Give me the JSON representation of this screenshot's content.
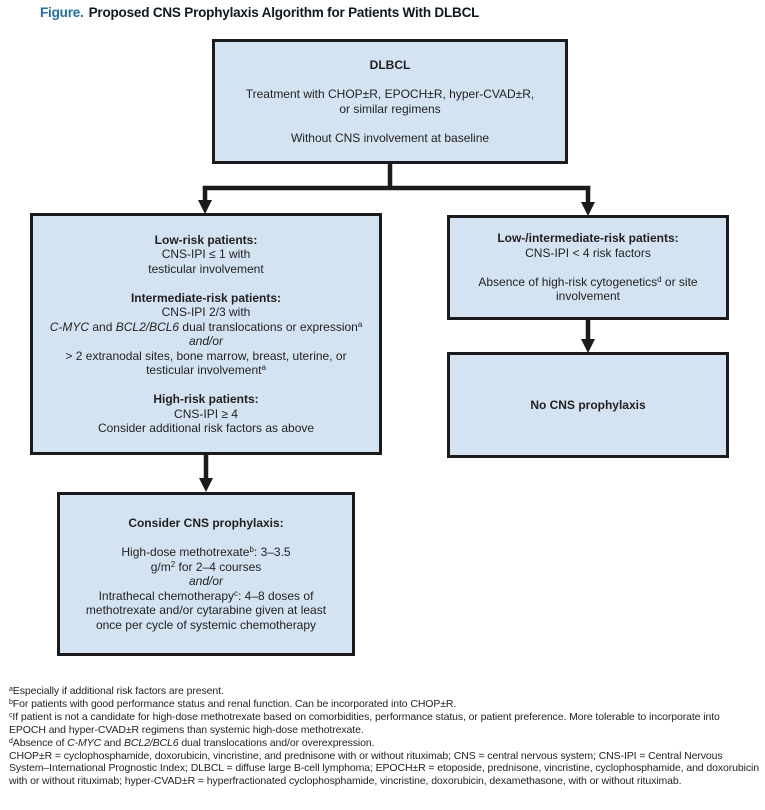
{
  "title": {
    "label": "Figure.",
    "text": "Proposed CNS Prophylaxis Algorithm for Patients With DLBCL"
  },
  "colors": {
    "box_fill": "#d3e3f1",
    "box_border": "#1b1b1b",
    "arrow": "#1b1b1b",
    "figure_label_blue": "#1c6ea4"
  },
  "boxes": {
    "dlbcl": {
      "lines": [
        [
          {
            "t": "DLBCL",
            "s": "b"
          }
        ],
        [],
        [
          {
            "t": "Treatment with CHOP±R, EPOCH±R, hyper-CVAD±R,"
          }
        ],
        [
          {
            "t": "or similar regimens"
          }
        ],
        [],
        [
          {
            "t": "Without CNS involvement at baseline"
          }
        ]
      ]
    },
    "left_risk": {
      "lines": [
        [
          {
            "t": "Low-risk patients:",
            "s": "b"
          }
        ],
        [
          {
            "t": "CNS-IPI ≤ 1 with"
          }
        ],
        [
          {
            "t": "testicular involvement"
          }
        ],
        [],
        [
          {
            "t": "Intermediate-risk patients:",
            "s": "b"
          }
        ],
        [
          {
            "t": "CNS-IPI 2/3 with"
          }
        ],
        [
          {
            "t": "C-MYC",
            "s": "i"
          },
          {
            "t": " and "
          },
          {
            "t": "BCL2/BCL6",
            "s": "i"
          },
          {
            "t": " dual translocations or expression"
          },
          {
            "t": "a",
            "s": "sup"
          }
        ],
        [
          {
            "t": "and/or",
            "s": "i"
          }
        ],
        [
          {
            "t": "> 2 extranodal sites, bone marrow, breast, uterine, or"
          }
        ],
        [
          {
            "t": "testicular involvement"
          },
          {
            "t": "a",
            "s": "sup"
          }
        ],
        [],
        [
          {
            "t": "High-risk patients:",
            "s": "b"
          }
        ],
        [
          {
            "t": "CNS-IPI ≥ 4"
          }
        ],
        [
          {
            "t": "Consider additional risk factors as above"
          }
        ]
      ]
    },
    "right_risk": {
      "lines": [
        [
          {
            "t": "Low-/intermediate-risk patients:",
            "s": "b"
          }
        ],
        [
          {
            "t": "CNS-IPI < 4 risk factors"
          }
        ],
        [],
        [
          {
            "t": "Absence of high-risk cytogenetics"
          },
          {
            "t": "d",
            "s": "sup"
          },
          {
            "t": " or site"
          }
        ],
        [
          {
            "t": "involvement"
          }
        ]
      ]
    },
    "no_prophylaxis": {
      "lines": [
        [
          {
            "t": "No CNS prophylaxis",
            "s": "b"
          }
        ]
      ]
    },
    "consider_prophylaxis": {
      "lines": [
        [
          {
            "t": "Consider CNS prophylaxis:",
            "s": "b"
          }
        ],
        [],
        [
          {
            "t": "High-dose methotrexate"
          },
          {
            "t": "b",
            "s": "sup"
          },
          {
            "t": ": 3–3.5"
          }
        ],
        [
          {
            "t": "g/m"
          },
          {
            "t": "2",
            "s": "sup"
          },
          {
            "t": " for 2–4 courses"
          }
        ],
        [
          {
            "t": "and/or",
            "s": "i"
          }
        ],
        [
          {
            "t": "Intrathecal chemotherapy"
          },
          {
            "t": "c",
            "s": "sup"
          },
          {
            "t": ": 4–8 doses of"
          }
        ],
        [
          {
            "t": "methotrexate and/or cytarabine given at least"
          }
        ],
        [
          {
            "t": "once per cycle of systemic chemotherapy"
          }
        ]
      ]
    }
  },
  "footnotes": [
    [
      {
        "t": "a",
        "s": "sup"
      },
      {
        "t": "Especially if additional risk factors are present."
      }
    ],
    [
      {
        "t": "b",
        "s": "sup"
      },
      {
        "t": "For patients with good performance status and renal function. Can be incorporated into CHOP±R."
      }
    ],
    [
      {
        "t": "c",
        "s": "sup"
      },
      {
        "t": "If patient is not a candidate for high-dose methotrexate based on comorbidities, performance status, or patient preference. More tolerable to incorporate into EPOCH and hyper-CVAD±R regimens than systemic high-dose methotrexate."
      }
    ],
    [
      {
        "t": "d",
        "s": "sup"
      },
      {
        "t": "Absence of "
      },
      {
        "t": "C-MYC",
        "s": "i"
      },
      {
        "t": " and "
      },
      {
        "t": "BCL2/BCL6",
        "s": "i"
      },
      {
        "t": " dual translocations and/or overexpression."
      }
    ],
    [
      {
        "t": "CHOP±R = cyclophosphamide, doxorubicin, vincristine, and prednisone with or without rituximab; CNS = central nervous system; CNS-IPI = Central Nervous System–International Prognostic Index; DLBCL = diffuse large B-cell lymphoma; EPOCH±R = etoposide, prednisone, vincristine, cyclophosphamide, and doxorubicin with or without rituximab; hyper-CVAD±R = hyperfractionated cyclophosphamide, vincristine, doxorubicin, dexamethasone, with or without rituximab."
      }
    ]
  ]
}
